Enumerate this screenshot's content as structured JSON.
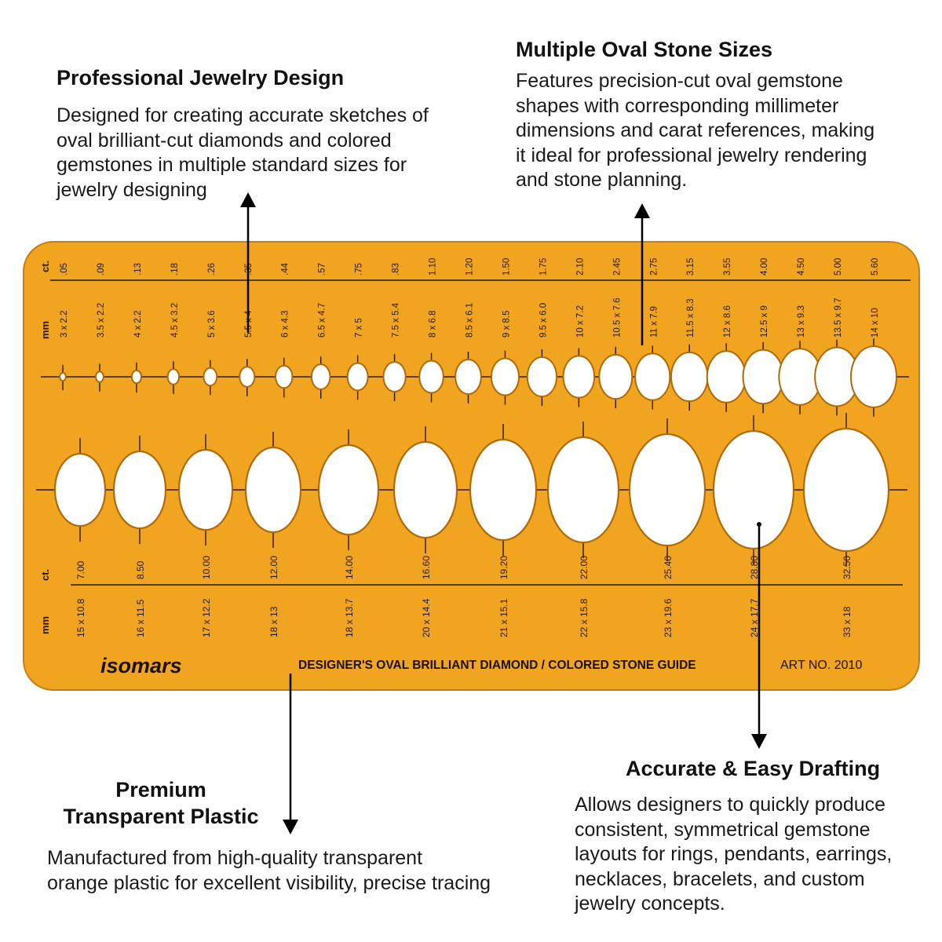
{
  "callouts": {
    "design": {
      "title": "Professional Jewelry Design",
      "body": "Designed for creating accurate sketches of\noval brilliant-cut diamonds and colored\ngemstones in multiple standard sizes for\njewelry designing"
    },
    "sizes": {
      "title": "Multiple Oval Stone Sizes",
      "body": "Features precision-cut oval gemstone\nshapes with corresponding millimeter\ndimensions and carat references, making\nit ideal for professional jewelry rendering\nand stone planning."
    },
    "plastic": {
      "title": "Premium\nTransparent Plastic",
      "body": "Manufactured from high-quality transparent\norange plastic for excellent visibility, precise tracing"
    },
    "drafting": {
      "title": "Accurate & Easy Drafting",
      "body": "Allows designers to quickly produce\nconsistent, symmetrical gemstone\nlayouts for rings, pendants, earrings,\nnecklaces, bracelets, and custom\njewelry concepts."
    }
  },
  "stencil": {
    "brand": "isomars",
    "guide_title": "DESIGNER'S OVAL BRILLIANT DIAMOND / COLORED STONE GUIDE",
    "art_no": "ART NO. 2010",
    "ct_label": "ct.",
    "mm_label": "mm",
    "plastic_color": "#f0a41f",
    "plastic_edge": "#c77d10",
    "small_stones": [
      {
        "ct": ".05",
        "mm": "3 x 2.2"
      },
      {
        "ct": ".09",
        "mm": "3.5 x 2.2"
      },
      {
        "ct": ".13",
        "mm": "4 x 2.2"
      },
      {
        "ct": ".18",
        "mm": "4.5 x 3.2"
      },
      {
        "ct": ".26",
        "mm": "5 x 3.6"
      },
      {
        "ct": ".35",
        "mm": "5.5 x 4"
      },
      {
        "ct": ".44",
        "mm": "6 x 4.3"
      },
      {
        "ct": ".57",
        "mm": "6.5 x 4.7"
      },
      {
        "ct": ".75",
        "mm": "7 x 5"
      },
      {
        "ct": ".83",
        "mm": "7.5 x 5.4"
      },
      {
        "ct": "1.10",
        "mm": "8 x 6.8"
      },
      {
        "ct": "1.20",
        "mm": "8.5 x 6.1"
      },
      {
        "ct": "1.50",
        "mm": "9 x 8.5"
      },
      {
        "ct": "1.75",
        "mm": "9.5 x 6.0"
      },
      {
        "ct": "2.10",
        "mm": "10 x 7.2"
      },
      {
        "ct": "2.45",
        "mm": "10.5 x 7.6"
      },
      {
        "ct": "2.75",
        "mm": "11 x 7.9"
      },
      {
        "ct": "3.15",
        "mm": "11.5 x 8.3"
      },
      {
        "ct": "3.55",
        "mm": "12 x 8.6"
      },
      {
        "ct": "4.00",
        "mm": "12.5 x 9"
      },
      {
        "ct": "4.50",
        "mm": "13 x 9.3"
      },
      {
        "ct": "5.00",
        "mm": "13.5 x 9.7"
      },
      {
        "ct": "5.60",
        "mm": "14 x 10"
      }
    ],
    "large_stones": [
      {
        "ct": "7.00",
        "mm": "15 x 10.8"
      },
      {
        "ct": "8.50",
        "mm": "16 x 11.5"
      },
      {
        "ct": "10.00",
        "mm": "17 x 12.2"
      },
      {
        "ct": "12.00",
        "mm": "18 x 13"
      },
      {
        "ct": "14.00",
        "mm": "18 x 13.7"
      },
      {
        "ct": "16.60",
        "mm": "20 x 14.4"
      },
      {
        "ct": "19.20",
        "mm": "21 x 15.1"
      },
      {
        "ct": "22.00",
        "mm": "22 x 15.8"
      },
      {
        "ct": "25.40",
        "mm": "23 x 19.6"
      },
      {
        "ct": "28.80",
        "mm": "24 x 17.7"
      },
      {
        "ct": "32.50",
        "mm": "33 x 18"
      }
    ]
  }
}
